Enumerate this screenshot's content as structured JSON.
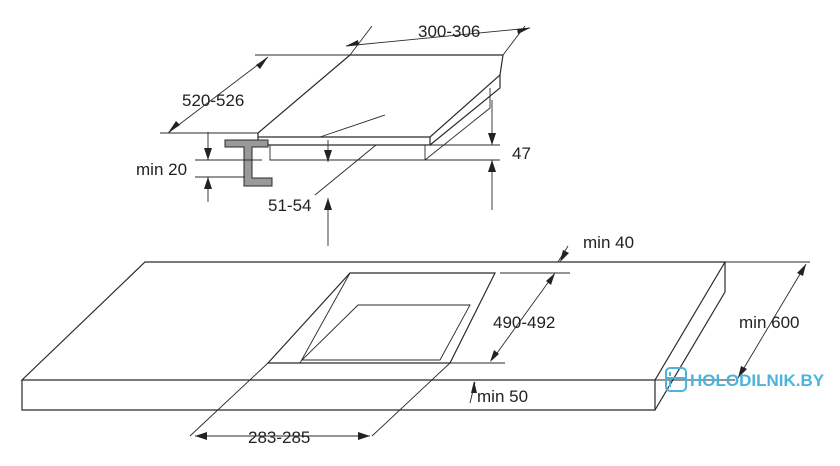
{
  "dimensions": {
    "hob_width": "300-306",
    "hob_depth": "520-526",
    "min_top_gap": "min 20",
    "hob_height": "47",
    "frame_depth": "51-54",
    "min_back": "min 40",
    "cutout_depth": "490-492",
    "worktop_depth": "min 600",
    "min_front": "min 50",
    "cutout_width": "283-285"
  },
  "watermark": {
    "text": "HOLODILNIK.BY",
    "color": "#4db3d9"
  },
  "colors": {
    "line": "#2a2a2a",
    "bracket_fill": "#9a9a9a"
  }
}
